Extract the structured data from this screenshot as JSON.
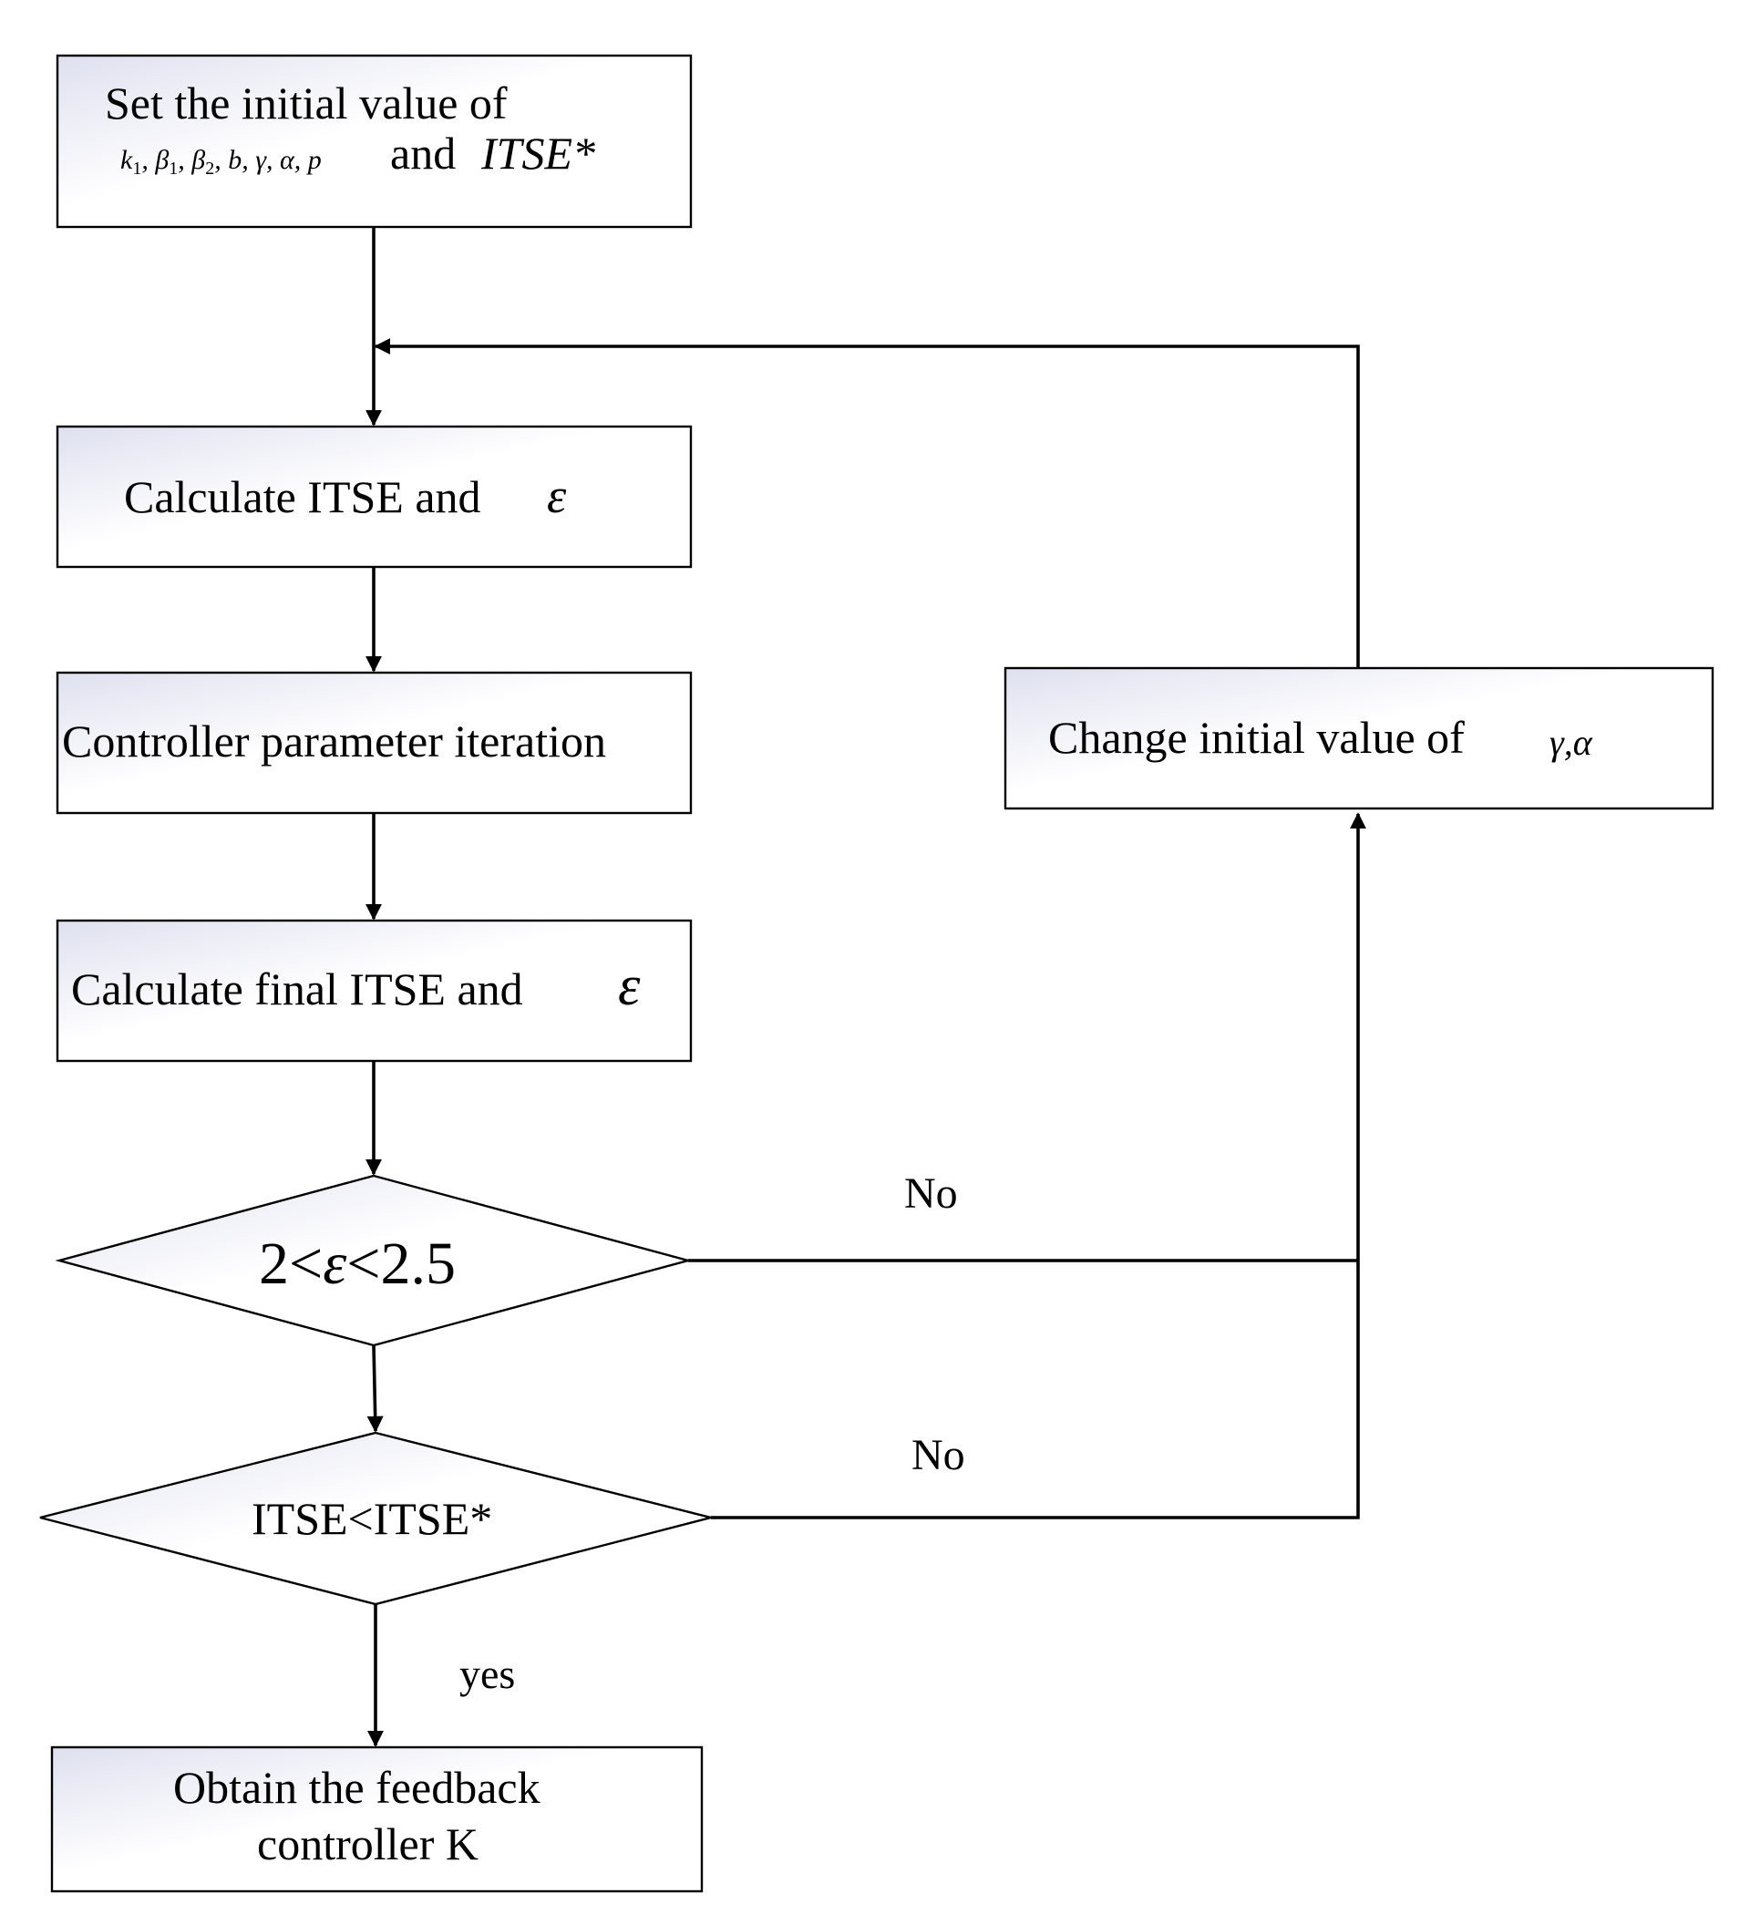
{
  "nodes": {
    "init": {
      "line1": "Set the initial value of",
      "params": "k",
      "params_rest": ", β",
      "params_b2": ", β",
      "params_tail": ", b, γ, α, p",
      "and": "and",
      "itse_star": "ITSE*"
    },
    "calc": {
      "label": "Calculate ITSE and",
      "symbol": "ε"
    },
    "iter": {
      "label": "Controller parameter iteration"
    },
    "final": {
      "label": "Calculate final ITSE and",
      "symbol": "ε"
    },
    "eps_check": {
      "left": "2<",
      "symbol": "ε",
      "right": "<2.5"
    },
    "itse_check": {
      "label": "ITSE<ITSE*"
    },
    "change": {
      "label": "Change initial value of",
      "symbols": "γ,α"
    },
    "obtain": {
      "line1": "Obtain the feedback",
      "line2": "controller K"
    }
  },
  "edges": {
    "no1": "No",
    "no2": "No",
    "yes": "yes"
  }
}
